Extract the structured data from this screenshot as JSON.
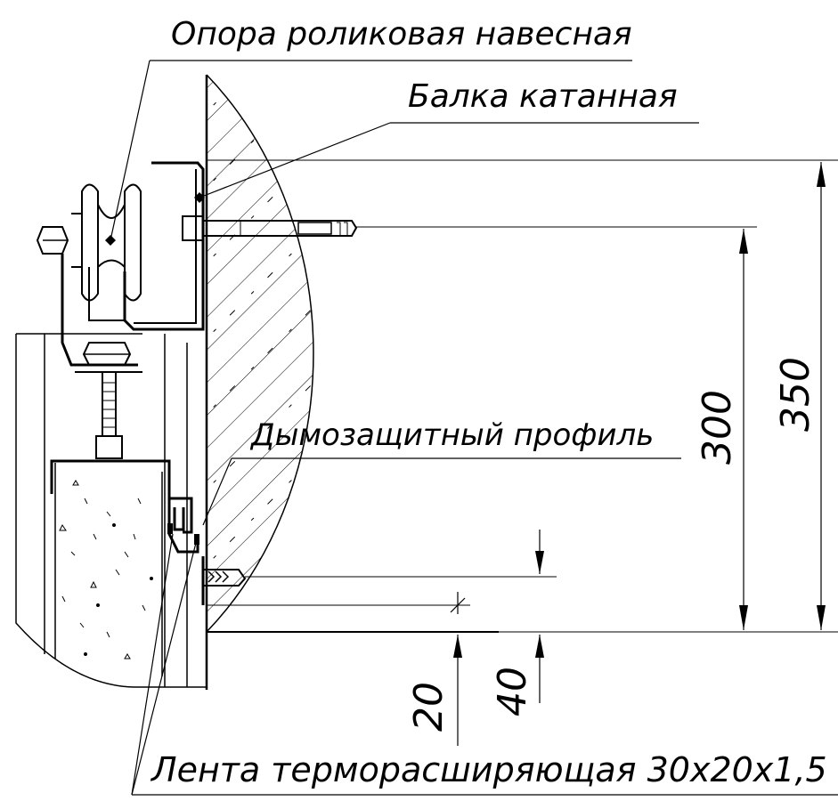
{
  "labels": {
    "roller_support": "Опора роликовая навесная",
    "rolled_beam": "Балка катанная",
    "smoke_profile": "Дымозащитный профиль",
    "intumescent_tape": "Лента терморасширяющая 30х20х1,5"
  },
  "dimensions": {
    "d350": "350",
    "d300": "300",
    "d40": "40",
    "d20": "20"
  },
  "colors": {
    "line": "#000000",
    "background": "#ffffff"
  }
}
